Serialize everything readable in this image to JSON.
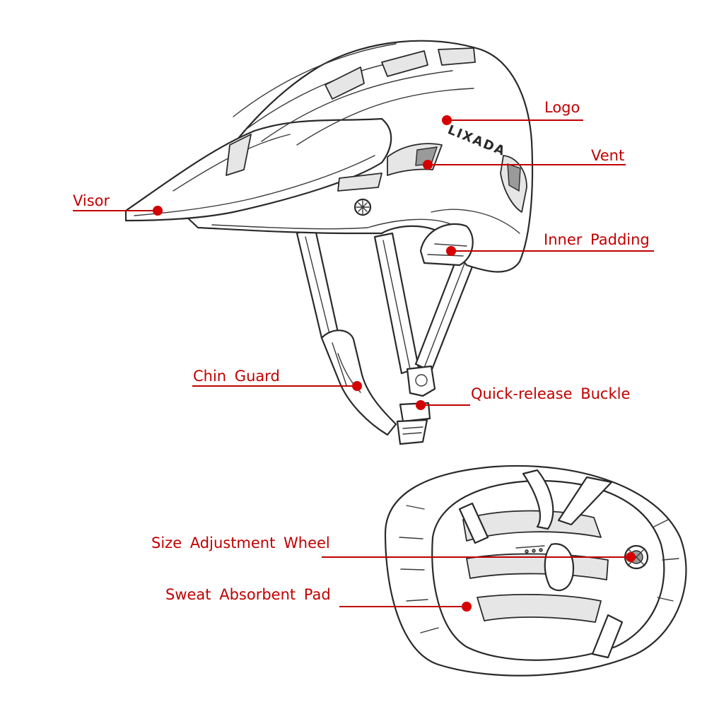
{
  "colors": {
    "label": "#c00000",
    "leader_line": "#c00000",
    "dot": "#d40000",
    "sketch_line": "#2a2a2a",
    "background": "#ffffff"
  },
  "logo_text": "LIXADA",
  "callouts": [
    {
      "id": "logo",
      "label": "Logo"
    },
    {
      "id": "vent",
      "label": "Vent"
    },
    {
      "id": "visor",
      "label": "Visor"
    },
    {
      "id": "inner-padding",
      "label": "Inner Padding"
    },
    {
      "id": "chin-guard",
      "label": "Chin Guard"
    },
    {
      "id": "quick-release-buckle",
      "label": "Quick-release Buckle"
    },
    {
      "id": "size-adjustment-wheel",
      "label": "Size Adjustment Wheel"
    },
    {
      "id": "sweat-absorbent-pad",
      "label": "Sweat Absorbent Pad"
    }
  ]
}
